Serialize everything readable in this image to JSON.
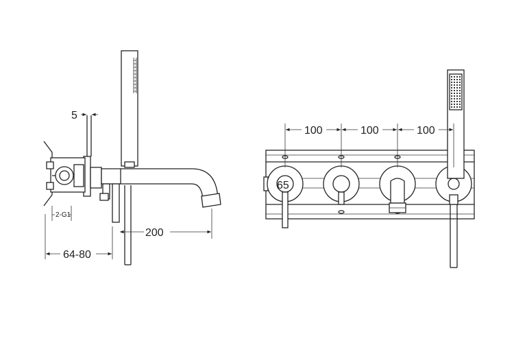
{
  "dimensions": {
    "wall_gap": "5",
    "thread": "2-G1",
    "depth_range": "64-80",
    "spout_reach": "200",
    "spacing_1": "100",
    "spacing_2": "100",
    "spacing_3": "100",
    "handle_diameter": "65"
  },
  "colors": {
    "line": "#222222",
    "background": "#ffffff"
  }
}
